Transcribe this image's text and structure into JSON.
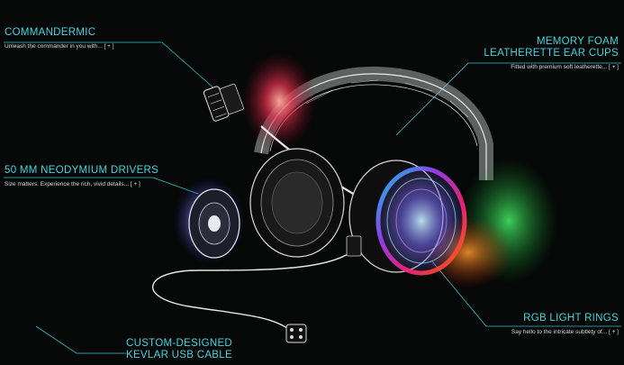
{
  "accent_color": "#3fd7df",
  "background_color": "#060707",
  "callouts": {
    "commandermic": {
      "title": "COMMANDERMIC",
      "desc": "Unleash the commander in you with...",
      "more": "[ + ]"
    },
    "ear_cups": {
      "title_line1": "MEMORY FOAM",
      "title_line2": "LEATHERETTE EAR CUPS",
      "desc": "Fitted with premium soft leatherette...",
      "more": "[ + ]"
    },
    "drivers": {
      "title": "50 MM NEODYMIUM DRIVERS",
      "desc": "Size matters. Experience the rich, vivid details...",
      "more": "[ + ]"
    },
    "rgb": {
      "title": "RGB LIGHT RINGS",
      "desc": "Say hello to the intricate subtlety of...",
      "more": "[ + ]"
    },
    "cable": {
      "title_line1": "CUSTOM-DESIGNED",
      "title_line2": "KEVLAR USB CABLE"
    }
  }
}
